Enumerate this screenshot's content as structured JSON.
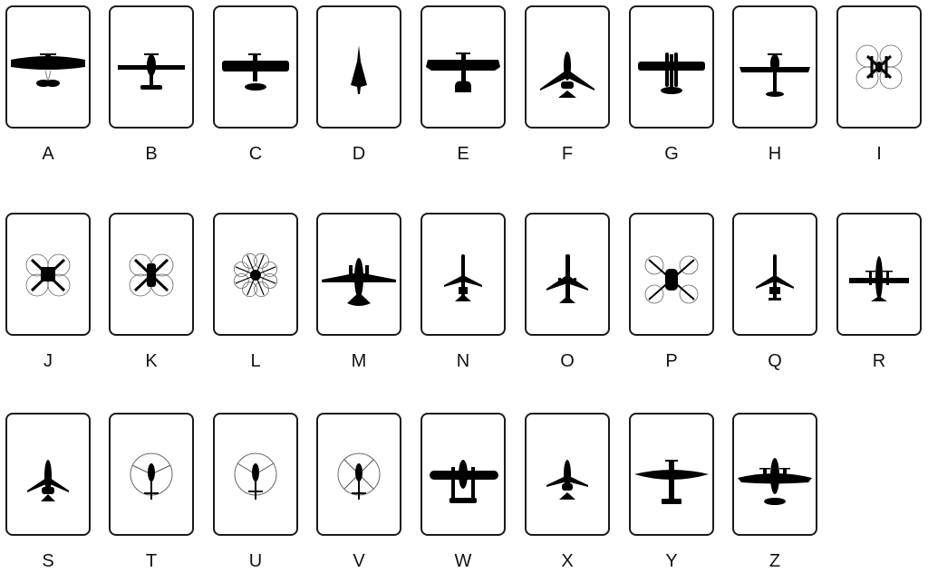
{
  "grid": {
    "cards": [
      {
        "label": "A",
        "icon": "monoplane-parasol-icon",
        "kind": "parasol"
      },
      {
        "label": "B",
        "icon": "light-aircraft-icon",
        "kind": "light"
      },
      {
        "label": "C",
        "icon": "high-wing-aircraft-icon",
        "kind": "highwing"
      },
      {
        "label": "D",
        "icon": "supersonic-jet-icon",
        "kind": "concorde"
      },
      {
        "label": "E",
        "icon": "biplane-icon",
        "kind": "biplane"
      },
      {
        "label": "F",
        "icon": "business-jet-icon",
        "kind": "bizjet"
      },
      {
        "label": "G",
        "icon": "floatplane-icon",
        "kind": "floatplane"
      },
      {
        "label": "H",
        "icon": "single-prop-aircraft-icon",
        "kind": "light2"
      },
      {
        "label": "I",
        "icon": "quadcopter-drone-icon",
        "kind": "droneI"
      },
      {
        "label": "J",
        "icon": "quadcopter-drone-icon",
        "kind": "droneJ"
      },
      {
        "label": "K",
        "icon": "quadcopter-drone-icon",
        "kind": "droneK"
      },
      {
        "label": "L",
        "icon": "octocopter-drone-icon",
        "kind": "octo"
      },
      {
        "label": "M",
        "icon": "twin-prop-airliner-icon",
        "kind": "dc3"
      },
      {
        "label": "N",
        "icon": "regional-jet-icon",
        "kind": "rj"
      },
      {
        "label": "O",
        "icon": "airliner-jet-icon",
        "kind": "airliner"
      },
      {
        "label": "P",
        "icon": "quadcopter-drone-icon",
        "kind": "droneP"
      },
      {
        "label": "Q",
        "icon": "regional-jet-icon",
        "kind": "rj2"
      },
      {
        "label": "R",
        "icon": "turboprop-aircraft-icon",
        "kind": "turboprop"
      },
      {
        "label": "S",
        "icon": "business-jet-icon",
        "kind": "bizjet2"
      },
      {
        "label": "T",
        "icon": "helicopter-icon",
        "kind": "heliT"
      },
      {
        "label": "U",
        "icon": "helicopter-icon",
        "kind": "heliU"
      },
      {
        "label": "V",
        "icon": "helicopter-icon",
        "kind": "heliV"
      },
      {
        "label": "W",
        "icon": "twin-boom-aircraft-icon",
        "kind": "twinboom"
      },
      {
        "label": "X",
        "icon": "business-jet-icon",
        "kind": "bizjet3"
      },
      {
        "label": "Y",
        "icon": "fighter-prop-aircraft-icon",
        "kind": "spitfire"
      },
      {
        "label": "Z",
        "icon": "twin-engine-bomber-icon",
        "kind": "bomber"
      }
    ]
  },
  "colors": {
    "silhouette": "#000000",
    "border": "#1a1a1a",
    "rotor": "#555555"
  }
}
